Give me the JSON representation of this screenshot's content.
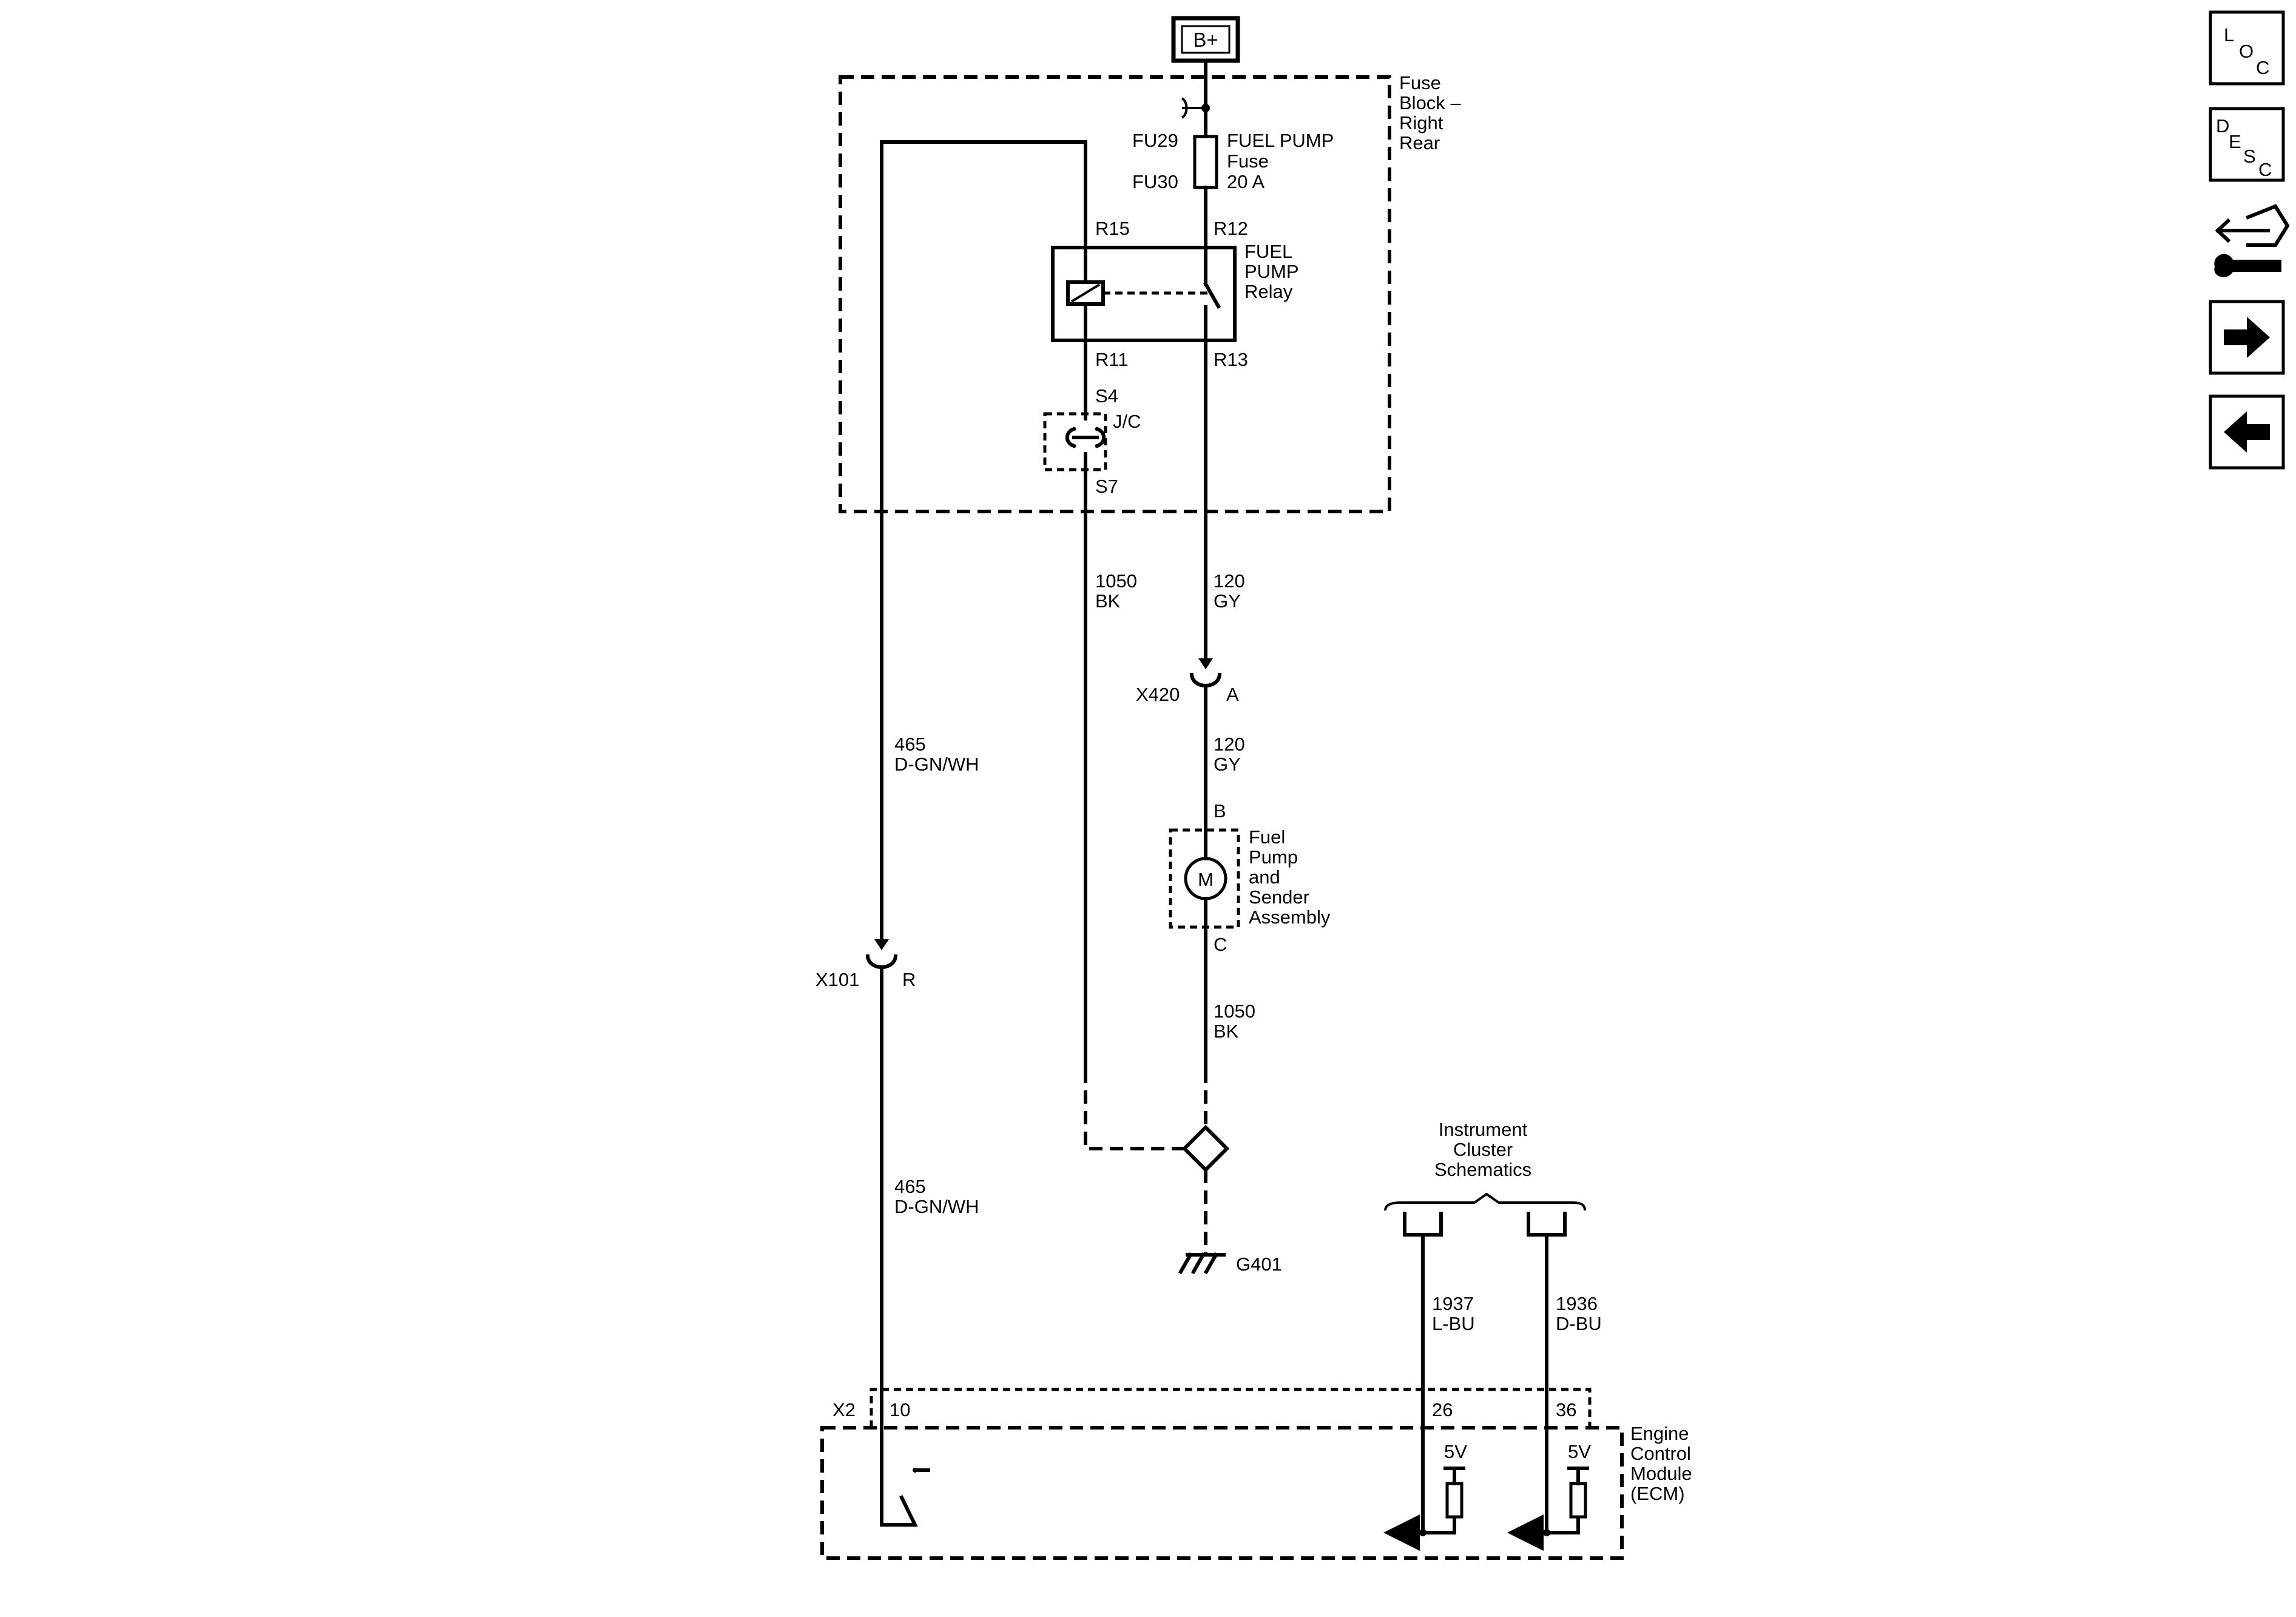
{
  "power": {
    "label": "B+"
  },
  "fuse_block": {
    "title_lines": [
      "Fuse",
      "Block –",
      "Right",
      "Rear"
    ],
    "fuse_pin_top": "FU29",
    "fuse_pin_bottom": "FU30",
    "fuse_name_lines": [
      "FUEL PUMP",
      "Fuse",
      "20 A"
    ],
    "relay_pins": {
      "r15": "R15",
      "r12": "R12",
      "r11": "R11",
      "r13": "R13"
    },
    "relay_name_lines": [
      "FUEL",
      "PUMP",
      "Relay"
    ],
    "junction_top_pin": "S4",
    "junction_label": "J/C",
    "junction_bottom_pin": "S7"
  },
  "wires": {
    "bk_upper": {
      "circuit": "1050",
      "color": "BK"
    },
    "gy_upper": {
      "circuit": "120",
      "color": "GY"
    },
    "gy_lower": {
      "circuit": "120",
      "color": "GY"
    },
    "bk_lower": {
      "circuit": "1050",
      "color": "BK"
    },
    "dgn_upper": {
      "circuit": "465",
      "color": "D-GN/WH"
    },
    "dgn_lower": {
      "circuit": "465",
      "color": "D-GN/WH"
    },
    "lbu": {
      "circuit": "1937",
      "color": "L-BU"
    },
    "dbu": {
      "circuit": "1936",
      "color": "D-BU"
    }
  },
  "connectors": {
    "x420": {
      "name": "X420",
      "pin": "A"
    },
    "x101": {
      "name": "X101",
      "pin": "R"
    }
  },
  "fuel_pump": {
    "pin_top": "B",
    "pin_bottom": "C",
    "motor_symbol": "M",
    "name_lines": [
      "Fuel",
      "Pump",
      "and",
      "Sender",
      "Assembly"
    ]
  },
  "ground": {
    "label": "G401"
  },
  "instrument_cluster": {
    "name_lines": [
      "Instrument",
      "Cluster",
      "Schematics"
    ]
  },
  "ecm": {
    "connector": "X2",
    "pin_10": "10",
    "pin_26": "26",
    "pin_36": "36",
    "voltage_26": "5V",
    "voltage_36": "5V",
    "name_lines": [
      "Engine",
      "Control",
      "Module",
      "(ECM)"
    ]
  },
  "nav": {
    "loc_letters": [
      "L",
      "O",
      "C"
    ],
    "desc_letters": [
      "D",
      "E",
      "S",
      "C"
    ],
    "connector_end_view_icon": "connector-wrench-icon",
    "next_icon": "arrow-right-icon",
    "prev_icon": "arrow-left-icon"
  }
}
